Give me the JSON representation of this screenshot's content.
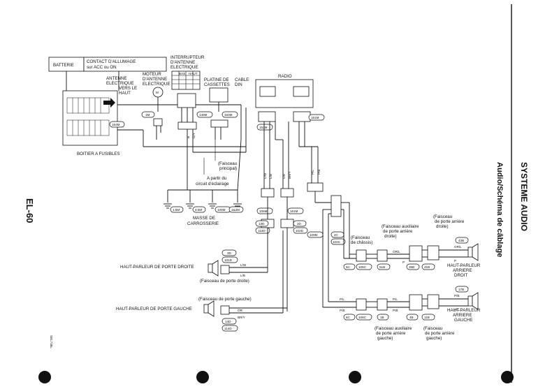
{
  "page": {
    "page_code": "EL-60",
    "section": "SYSTEME AUDIO",
    "subtitle": "Audio/Schéma de câblage",
    "ref_code": "SEL735L"
  },
  "blocks": {
    "batterie": "BATTERIE",
    "contact_1": "CONTACT D'ALLUMAGE",
    "contact_2": "sur ACC ou ON",
    "interrupteur_1": "INTERRUPTEUR",
    "interrupteur_2": "D'ANTENNE",
    "interrupteur_3": "ELECTRIQUE",
    "int_col_1": "BAS",
    "int_col_2": "HAUT",
    "antenne_1": "ANTENNE",
    "antenne_2": "ELECTRIQUE",
    "vers_1": "VERS LE",
    "vers_2": "HAUT",
    "moteur_1": "MOTEUR",
    "moteur_2": "D'ANTENNE",
    "moteur_3": "ELECTRIQUE",
    "platine_1": "PLATINE DE",
    "platine_2": "CASSETTES",
    "cable_1": "CABLE",
    "cable_2": "DIN",
    "radio": "RADIO",
    "boitier": "BOITIER A FUSIBLES",
    "faisceau_principal_1": "(Faisceau",
    "faisceau_principal_2": "principal)",
    "partir_1": "A partir du",
    "partir_2": "circuit d'éclairage",
    "masse_1": "MASSE DE",
    "masse_2": "CARROSSERIE",
    "hp_porte_droite": "HAUT-PARLEUR DE PORTE DROITE",
    "hp_porte_gauche": "HAUT-PARLEUR DE PORTE GAUCHE",
    "faisceau_porte_droite": "(Faisceau de porte droite)",
    "faisceau_porte_gauche": "(Faisceau de porte gauche)",
    "faisceau_chassis_1": "(Faisceau",
    "faisceau_chassis_2": "de châssis)",
    "aux_ard_1": "(Faisceau auxiliaire",
    "aux_ard_2": "de porte arrière",
    "aux_ard_3": "droite)",
    "arr_d_1": "(Faisceau",
    "arr_d_2": "de porte arrière",
    "arr_d_3": "droite)",
    "aux_arg_1": "(Faisceau auxiliaire",
    "aux_arg_2": "de porte arrière",
    "aux_arg_3": "gauche)",
    "arr_g_1": "(Faisceau",
    "arr_g_2": "de porte arrière",
    "arr_g_3": "gauche)",
    "hp_ar_d_1": "HAUT-PARLEUR",
    "hp_ar_d_2": "ARRIERE",
    "hp_ar_d_3": "DROIT",
    "hp_ar_g_1": "HAUT-PARLEUR",
    "hp_ar_g_2": "ARRIERE",
    "hp_ar_g_3": "GAUCHE"
  },
  "connectors": {
    "c154m": "154M",
    "c1m": "1M",
    "c148m": "148M",
    "c150m": "150M",
    "c152m": "152M",
    "c151m": "151M",
    "c1_5m": "1:5M",
    "c4_5m": "4:5M",
    "c105m": "105M",
    "c1_2m": "1&2M",
    "c106m": "106M",
    "c161m": "161M",
    "c109m": "109M",
    "c13d": "13D",
    "c113d": "113D",
    "c2d": "2D",
    "c102d": "102D",
    "c2c": "2C",
    "c102c": "102C",
    "c3d": "3D",
    "c101d": "101D",
    "c14d": "14D",
    "c114d": "114D",
    "c5c": "5C",
    "c105c": "105C",
    "c51b": "51B",
    "c35b": "35B",
    "c41b": "41B",
    "c43b": "43B",
    "c6c": "6C",
    "c106c": "106C",
    "c1b": "1B",
    "c4b": "4B",
    "c11b": "11B",
    "c17b": "17B"
  },
  "wire_labels": {
    "lw": "L/W",
    "lb": "L/B",
    "or": "OR",
    "bry": "BR/Y",
    "pl": "P/L",
    "pb": "P/B",
    "p": "P",
    "orl": "OR/L",
    "gy": "G/Y",
    "b": "B"
  }
}
